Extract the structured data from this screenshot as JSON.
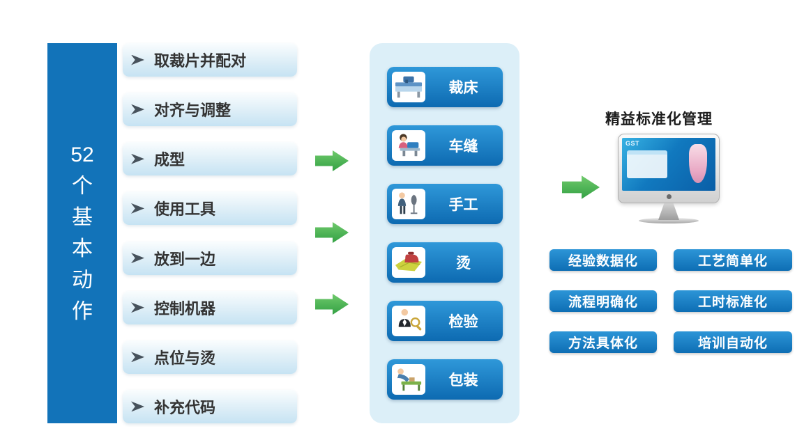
{
  "left_bar": {
    "label": "52个基本动作",
    "label_lines": [
      "52",
      "个",
      "基",
      "本",
      "动",
      "作"
    ]
  },
  "actions": {
    "items": [
      {
        "label": "取裁片并配对"
      },
      {
        "label": "对齐与调整"
      },
      {
        "label": "成型"
      },
      {
        "label": "使用工具"
      },
      {
        "label": "放到一边"
      },
      {
        "label": "控制机器"
      },
      {
        "label": "点位与烫"
      },
      {
        "label": "补充代码"
      }
    ]
  },
  "processes": {
    "items": [
      {
        "label": "裁床",
        "icon": "cutting-machine-icon"
      },
      {
        "label": "车缝",
        "icon": "sewing-machine-icon"
      },
      {
        "label": "手工",
        "icon": "handwork-icon"
      },
      {
        "label": "烫",
        "icon": "iron-icon"
      },
      {
        "label": "检验",
        "icon": "inspection-icon"
      },
      {
        "label": "包装",
        "icon": "packaging-icon"
      }
    ]
  },
  "management": {
    "title": "精益标准化管理",
    "screen_label": "GST",
    "benefits": [
      {
        "label": "经验数据化"
      },
      {
        "label": "工艺简单化"
      },
      {
        "label": "流程明确化"
      },
      {
        "label": "工时标准化"
      },
      {
        "label": "方法具体化"
      },
      {
        "label": "培训自动化"
      }
    ]
  },
  "colors": {
    "bar_blue": "#1273b9",
    "process_button_blue": "#1a86cf",
    "panel_light_blue": "#dceff8",
    "row_light_blue": "#cfe8f5",
    "arrow_green": "#3aa94c",
    "text_dark": "#333333"
  }
}
